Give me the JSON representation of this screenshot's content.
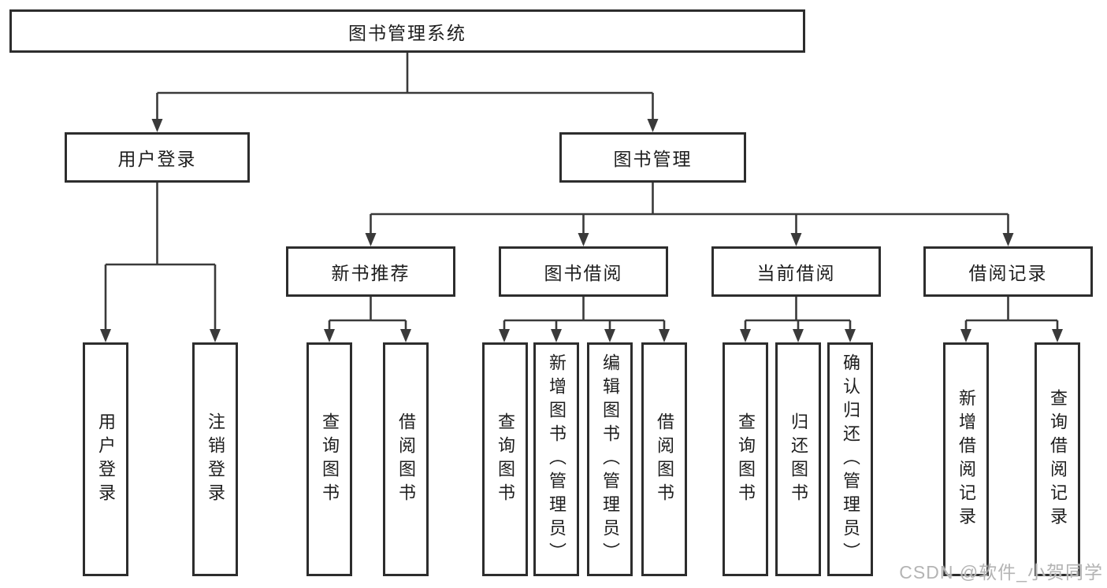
{
  "tree": {
    "label": "图书管理系统",
    "children": [
      {
        "label": "用户登录",
        "children": [
          {
            "label": "用户登录"
          },
          {
            "label": "注销登录"
          }
        ]
      },
      {
        "label": "图书管理",
        "children": [
          {
            "label": "新书推荐",
            "children": [
              {
                "label": "查询图书"
              },
              {
                "label": "借阅图书"
              }
            ]
          },
          {
            "label": "图书借阅",
            "children": [
              {
                "label": "查询图书"
              },
              {
                "label": "新增图书（管理员）"
              },
              {
                "label": "编辑图书（管理员）"
              },
              {
                "label": "借阅图书"
              }
            ]
          },
          {
            "label": "当前借阅",
            "children": [
              {
                "label": "查询图书"
              },
              {
                "label": "归还图书"
              },
              {
                "label": "确认归还（管理员）"
              }
            ]
          },
          {
            "label": "借阅记录",
            "children": [
              {
                "label": "新增借阅记录"
              },
              {
                "label": "查询借阅记录"
              }
            ]
          }
        ]
      }
    ]
  },
  "watermark": {
    "text": "CSDN @软件_小贺同学"
  },
  "colors": {
    "line": "#3a3a3a",
    "border": "#2d2d2d",
    "text": "#1e1e1e",
    "watermark": "#b4b4b4",
    "bg": "#ffffff"
  }
}
